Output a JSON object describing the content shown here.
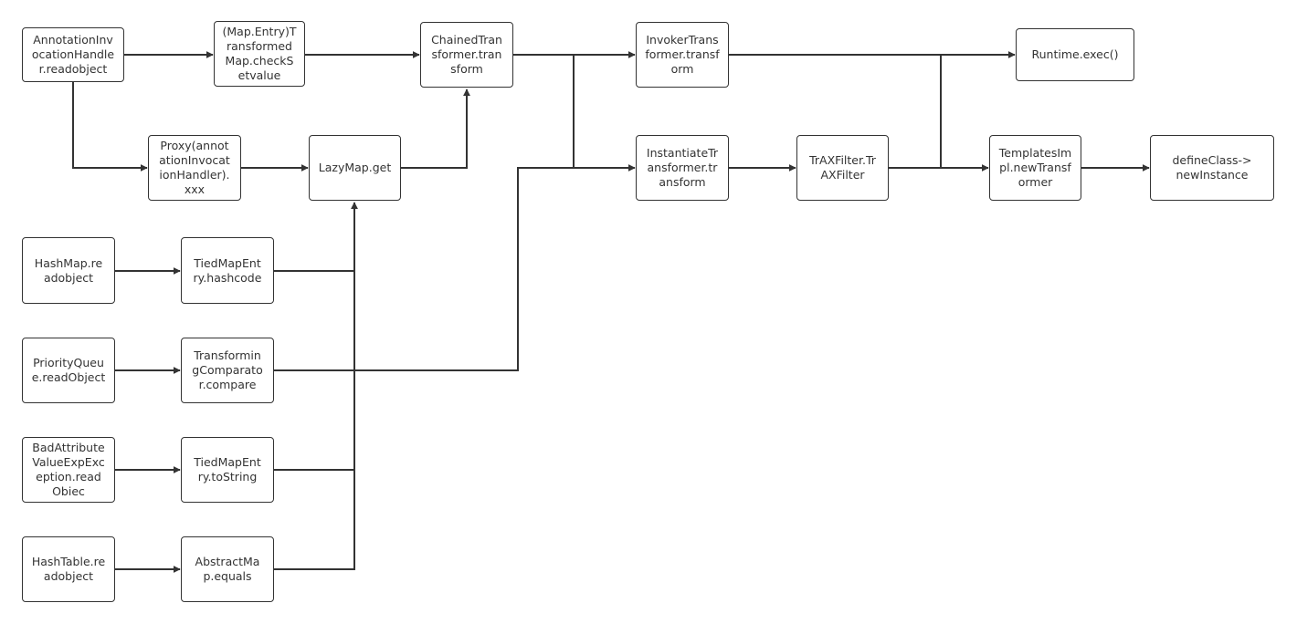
{
  "diagram": {
    "nodes": [
      {
        "id": "n1",
        "label": "AnnotationInv\nocationHandle\nr.readobject"
      },
      {
        "id": "n2",
        "label": "(Map.Entry)T\nransformed\nMap.checkS\netvalue"
      },
      {
        "id": "n3",
        "label": "ChainedTran\nsformer.tran\nsform"
      },
      {
        "id": "n4",
        "label": "InvokerTrans\nformer.transf\norm"
      },
      {
        "id": "n5",
        "label": "Runtime.exec()"
      },
      {
        "id": "n6",
        "label": "Proxy(annot\nationInvocat\nionHandler).\nxxx"
      },
      {
        "id": "n7",
        "label": "LazyMap.get"
      },
      {
        "id": "n8",
        "label": "InstantiateTr\nansformer.tr\nansform"
      },
      {
        "id": "n9",
        "label": "TrAXFilter.Tr\nAXFilter"
      },
      {
        "id": "n10",
        "label": "TemplatesIm\npl.newTransf\normer"
      },
      {
        "id": "n11",
        "label": "defineClass->\nnewInstance"
      },
      {
        "id": "n12",
        "label": "HashMap.re\nadobject"
      },
      {
        "id": "n13",
        "label": "TiedMapEnt\nry.hashcode"
      },
      {
        "id": "n14",
        "label": "PriorityQueu\ne.readObject"
      },
      {
        "id": "n15",
        "label": "Transformin\ngComparato\nr.compare"
      },
      {
        "id": "n16",
        "label": "BadAttribute\nValueExpExc\neption.read\nObiec"
      },
      {
        "id": "n17",
        "label": "TiedMapEnt\nry.toString"
      },
      {
        "id": "n18",
        "label": "HashTable.re\nadobject"
      },
      {
        "id": "n19",
        "label": "AbstractMa\np.equals"
      }
    ],
    "colors": {
      "stroke": "#333333",
      "text": "#333333",
      "fill": "#ffffff"
    }
  }
}
